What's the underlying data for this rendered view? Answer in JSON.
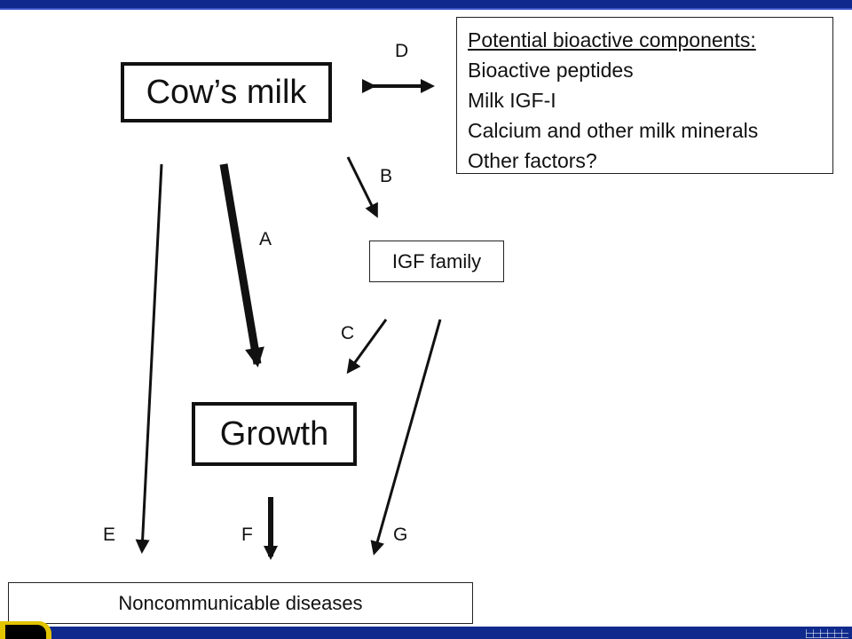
{
  "nodes": {
    "cows_milk": "Cow’s milk",
    "growth": "Growth",
    "igf_family": "IGF family",
    "noncommunicable": "Noncommunicable diseases"
  },
  "components": {
    "title": "Potential bioactive components:",
    "items": [
      "Bioactive peptides",
      "Milk IGF-I",
      "Calcium and other milk minerals",
      "Other factors?"
    ]
  },
  "edges": {
    "a": "A",
    "b": "B",
    "c": "C",
    "d": "D",
    "e": "E",
    "f": "F",
    "g": "G"
  },
  "colors": {
    "slide_bar": "#0f2a8c",
    "logo_accent": "#e3c400",
    "ink": "#111111"
  }
}
